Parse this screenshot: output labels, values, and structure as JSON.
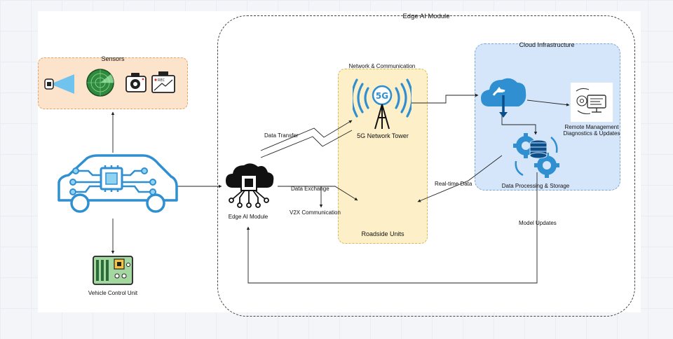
{
  "edge_module": {
    "title": "Edge AI Module"
  },
  "sensors": {
    "title": "Sensors"
  },
  "network": {
    "title": "Network & Communication",
    "tower_label": "5G Network Tower",
    "tower_badge": "5G",
    "roadside_label": "Roadside Units"
  },
  "cloud": {
    "title": "Cloud Infrastructure",
    "processing_label": "Data Processing & Storage",
    "remote_label_line1": "Remote Management",
    "remote_label_line2": "Diagnostics & Updates"
  },
  "vehicle": {
    "control_unit_label": "Vehicle Control Unit"
  },
  "edge_node": {
    "label": "Edge AI Module"
  },
  "dashcam": {
    "rec_text": "REC"
  },
  "edges": {
    "data_transfer": "Data Transfer",
    "data_exchange": "Data Exchange",
    "v2x": "V2X Communication",
    "realtime": "Real-time Data",
    "model_updates": "Model Updates"
  },
  "colors": {
    "accent_blue": "#2f8fd1",
    "line": "#222222",
    "sensors_fill": "#fbe3cc",
    "network_fill": "#fdf0c9",
    "cloud_fill": "#d6e6fa"
  }
}
